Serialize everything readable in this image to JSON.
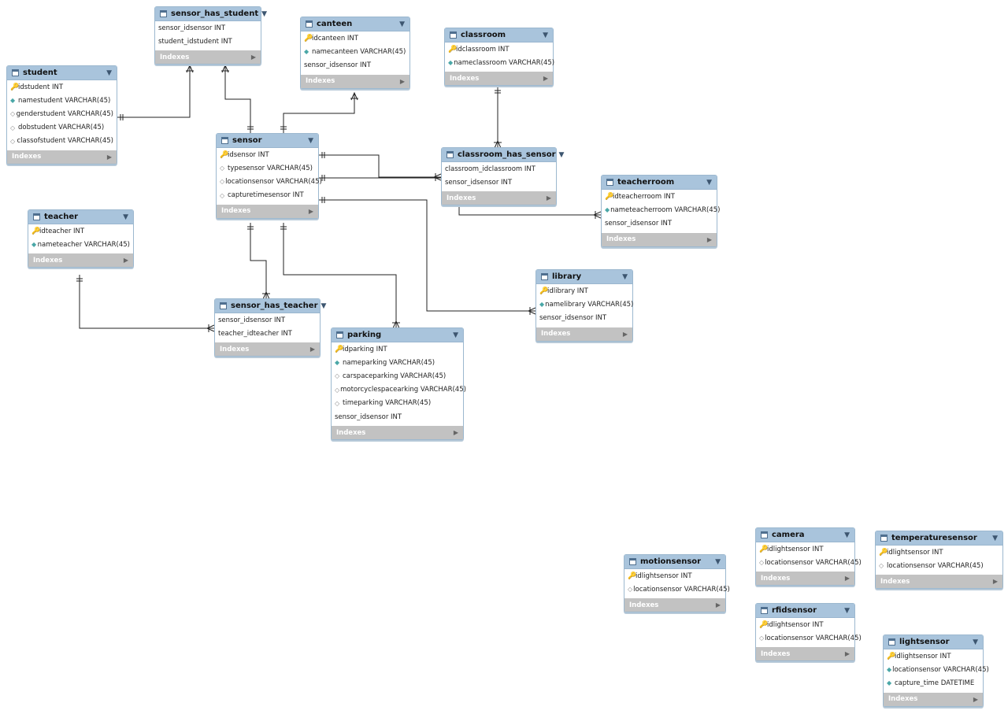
{
  "symbols": {
    "key": "🔑",
    "not_null": "◆",
    "nullable": "◇",
    "caret": "▼",
    "expand": "▶"
  },
  "indexes_label": "Indexes",
  "tables": {
    "sensor_has_student": {
      "name": "sensor_has_student",
      "columns": [
        {
          "marker": "none",
          "text": "sensor_idsensor INT"
        },
        {
          "marker": "none",
          "text": "student_idstudent INT"
        }
      ]
    },
    "canteen": {
      "name": "canteen",
      "columns": [
        {
          "marker": "key",
          "text": "idcanteen INT"
        },
        {
          "marker": "nn",
          "text": "namecanteen VARCHAR(45)"
        },
        {
          "marker": "none",
          "text": "sensor_idsensor INT"
        }
      ]
    },
    "classroom": {
      "name": "classroom",
      "columns": [
        {
          "marker": "key",
          "text": "idclassroom INT"
        },
        {
          "marker": "nn",
          "text": "nameclassroom VARCHAR(45)"
        }
      ]
    },
    "student": {
      "name": "student",
      "columns": [
        {
          "marker": "key",
          "text": "idstudent INT"
        },
        {
          "marker": "nn",
          "text": "namestudent VARCHAR(45)"
        },
        {
          "marker": "opt",
          "text": "genderstudent VARCHAR(45)"
        },
        {
          "marker": "opt",
          "text": "dobstudent VARCHAR(45)"
        },
        {
          "marker": "opt",
          "text": "classofstudent VARCHAR(45)"
        }
      ]
    },
    "sensor": {
      "name": "sensor",
      "columns": [
        {
          "marker": "key",
          "text": "idsensor INT"
        },
        {
          "marker": "opt",
          "text": "typesensor VARCHAR(45)"
        },
        {
          "marker": "opt",
          "text": "locationsensor VARCHAR(45)"
        },
        {
          "marker": "opt",
          "text": "capturetimesensor INT"
        }
      ]
    },
    "classroom_has_sensor": {
      "name": "classroom_has_sensor",
      "columns": [
        {
          "marker": "none",
          "text": "classroom_idclassroom INT"
        },
        {
          "marker": "none",
          "text": "sensor_idsensor INT"
        }
      ]
    },
    "teacherroom": {
      "name": "teacherroom",
      "columns": [
        {
          "marker": "key",
          "text": "idteacherroom INT"
        },
        {
          "marker": "nn",
          "text": "nameteacherroom VARCHAR(45)"
        },
        {
          "marker": "none",
          "text": "sensor_idsensor INT"
        }
      ]
    },
    "teacher": {
      "name": "teacher",
      "columns": [
        {
          "marker": "key",
          "text": "idteacher INT"
        },
        {
          "marker": "nn",
          "text": "nameteacher VARCHAR(45)"
        }
      ]
    },
    "library": {
      "name": "library",
      "columns": [
        {
          "marker": "key",
          "text": "idlibrary INT"
        },
        {
          "marker": "nn",
          "text": "namelibrary VARCHAR(45)"
        },
        {
          "marker": "none",
          "text": "sensor_idsensor INT"
        }
      ]
    },
    "sensor_has_teacher": {
      "name": "sensor_has_teacher",
      "columns": [
        {
          "marker": "none",
          "text": "sensor_idsensor INT"
        },
        {
          "marker": "none",
          "text": "teacher_idteacher INT"
        }
      ]
    },
    "parking": {
      "name": "parking",
      "columns": [
        {
          "marker": "key",
          "text": "idparking INT"
        },
        {
          "marker": "nn",
          "text": "nameparking VARCHAR(45)"
        },
        {
          "marker": "opt",
          "text": "carspaceparking VARCHAR(45)"
        },
        {
          "marker": "opt",
          "text": "motorcyclespacearking VARCHAR(45)"
        },
        {
          "marker": "opt",
          "text": "timeparking VARCHAR(45)"
        },
        {
          "marker": "none",
          "text": "sensor_idsensor INT"
        }
      ]
    },
    "camera": {
      "name": "camera",
      "columns": [
        {
          "marker": "key",
          "text": "idlightsensor INT"
        },
        {
          "marker": "opt",
          "text": "locationsensor VARCHAR(45)"
        }
      ]
    },
    "temperaturesensor": {
      "name": "temperaturesensor",
      "columns": [
        {
          "marker": "key",
          "text": "idlightsensor INT"
        },
        {
          "marker": "opt",
          "text": "locationsensor VARCHAR(45)"
        }
      ]
    },
    "motionsensor": {
      "name": "motionsensor",
      "columns": [
        {
          "marker": "key",
          "text": "idlightsensor INT"
        },
        {
          "marker": "opt",
          "text": "locationsensor VARCHAR(45)"
        }
      ]
    },
    "rfidsensor": {
      "name": "rfidsensor",
      "columns": [
        {
          "marker": "key",
          "text": "idlightsensor INT"
        },
        {
          "marker": "opt",
          "text": "locationsensor VARCHAR(45)"
        }
      ]
    },
    "lightsensor": {
      "name": "lightsensor",
      "columns": [
        {
          "marker": "key",
          "text": "idlightsensor INT"
        },
        {
          "marker": "nn",
          "text": "locationsensor VARCHAR(45)"
        },
        {
          "marker": "nn",
          "text": "capture_time DATETIME"
        }
      ]
    }
  },
  "relationships": [
    {
      "from": "student",
      "to": "sensor_has_student",
      "cardinality": "one-to-many"
    },
    {
      "from": "sensor",
      "to": "sensor_has_student",
      "cardinality": "one-to-many"
    },
    {
      "from": "sensor",
      "to": "canteen",
      "cardinality": "one-to-many"
    },
    {
      "from": "classroom",
      "to": "classroom_has_sensor",
      "cardinality": "one-to-many"
    },
    {
      "from": "sensor",
      "to": "classroom_has_sensor",
      "cardinality": "one-to-many"
    },
    {
      "from": "sensor",
      "to": "teacherroom",
      "cardinality": "one-to-many"
    },
    {
      "from": "sensor",
      "to": "library",
      "cardinality": "one-to-many"
    },
    {
      "from": "sensor",
      "to": "sensor_has_teacher",
      "cardinality": "one-to-many"
    },
    {
      "from": "teacher",
      "to": "sensor_has_teacher",
      "cardinality": "one-to-many"
    },
    {
      "from": "sensor",
      "to": "parking",
      "cardinality": "one-to-many"
    }
  ]
}
